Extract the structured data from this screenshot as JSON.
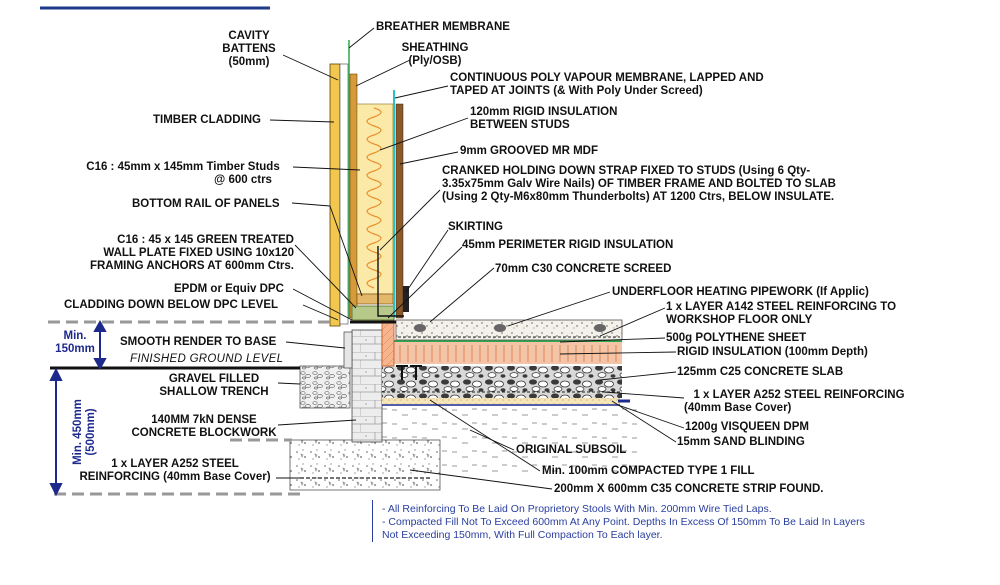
{
  "header": {
    "title": "EXTERNAL WALL & GROUND FLOOR DETAIL"
  },
  "labels": {
    "cavity_battens_1": "CAVITY",
    "cavity_battens_2": "BATTENS",
    "cavity_battens_3": "(50mm)",
    "breather_membrane": "BREATHER MEMBRANE",
    "sheathing_1": "SHEATHING",
    "sheathing_2": "(Ply/OSB)",
    "vapour_1": "CONTINUOUS POLY VAPOUR MEMBRANE, LAPPED AND",
    "vapour_2": "TAPED AT JOINTS (& With Poly Under Screed)",
    "timber_cladding": "TIMBER CLADDING",
    "rigid_ins_1": "120mm RIGID INSULATION",
    "rigid_ins_2": "BETWEEN STUDS",
    "mdf": "9mm GROOVED MR MDF",
    "studs_1": "C16 : 45mm x 145mm Timber Studs",
    "studs_2": "@ 600 ctrs",
    "strap_1": "CRANKED HOLDING DOWN STRAP FIXED TO STUDS (Using 6 Qty-",
    "strap_2": "3.35x75mm Galv Wire Nails) OF TIMBER FRAME AND BOLTED TO SLAB",
    "strap_3": "(Using 2 Qty-M6x80mm Thunderbolts) AT 1200 Ctrs, BELOW INSULATE.",
    "bottom_rail": "BOTTOM RAIL OF PANELS",
    "skirting": "SKIRTING",
    "wall_plate_1": "C16 : 45 x 145 GREEN TREATED",
    "wall_plate_2": "WALL PLATE FIXED USING 10x120",
    "wall_plate_3": "FRAMING ANCHORS AT 600mm Ctrs.",
    "perimeter_ins": "45mm PERIMETER RIGID INSULATION",
    "screed": "70mm C30 CONCRETE SCREED",
    "epdm": "EPDM or Equiv DPC",
    "ufh": "UNDERFLOOR HEATING PIPEWORK (If Applic)",
    "cladding_dpc": "CLADDING DOWN BELOW DPC LEVEL",
    "a142_1": "1 x LAYER A142 STEEL REINFORCING TO",
    "a142_2": "WORKSHOP FLOOR ONLY",
    "polythene": "500g POLYTHENE SHEET",
    "render": "SMOOTH RENDER TO BASE",
    "rigid_100": "RIGID INSULATION (100mm Depth)",
    "fgl": "FINISHED GROUND LEVEL",
    "gravel_1": "GRAVEL FILLED",
    "gravel_2": "SHALLOW TRENCH",
    "slab": "125mm C25 CONCRETE SLAB",
    "a252_slab_1": "1 x LAYER A252 STEEL REINFORCING",
    "a252_slab_2": "(40mm Base Cover)",
    "blockwork_1": "140MM 7kN DENSE",
    "blockwork_2": "CONCRETE BLOCKWORK",
    "visqueen": "1200g VISQUEEN DPM",
    "sand": "15mm SAND BLINDING",
    "subsoil": "ORIGINAL SUBSOIL",
    "a252_found_1": "1 x LAYER A252 STEEL",
    "a252_found_2": "REINFORCING (40mm Base Cover)",
    "type1": "Min. 100mm COMPACTED TYPE 1 FILL",
    "strip": "200mm X 600mm C35 CONCRETE STRIP FOUND."
  },
  "dimensions": {
    "min150_1": "Min.",
    "min150_2": "150mm",
    "min450_1": "Min. 450mm",
    "min450_2": "(500mm)"
  },
  "notes": [
    "- All Reinforcing To Be Laid On Proprietory Stools With Min. 200mm Wire Tied Laps.",
    "- Compacted Fill Not To Exceed 600mm At Any Point. Depths In Excess Of 150mm To Be Laid In Layers",
    "Not Exceeding 150mm, With Full Compaction To Each layer."
  ],
  "colors": {
    "dimension_blue": "#1d2a8c",
    "note_blue": "#2a3f9f",
    "insulation_yellow": "#fbe9a8",
    "insulation_squiggle": "#e8902c",
    "vapour_cyan": "#27c2c9",
    "perimeter_orange": "#f4a57a",
    "ufh_green": "#2ea84a"
  }
}
